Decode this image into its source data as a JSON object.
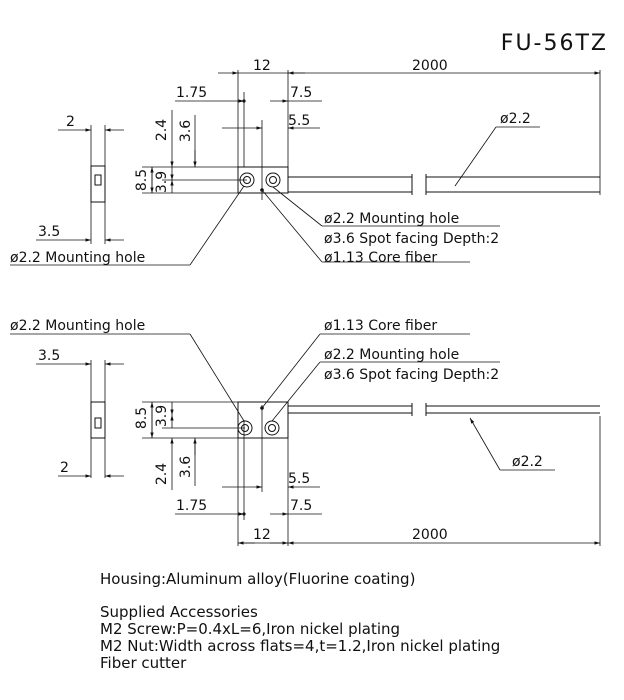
{
  "model": "FU-56TZ",
  "top_view": {
    "dim_width": "12",
    "dim_length": "2000",
    "dim_hole_offset": "1.75",
    "dim_fiber_offset": "7.5",
    "dim_fiber_step": "5.5",
    "dim_2_4": "2.4",
    "dim_3_6": "3.6",
    "dim_8_5": "8.5",
    "dim_3_9": "3.9",
    "side_thickness": "2",
    "side_slot": "3.5",
    "callout_fiber_dia": "ø2.2",
    "callout_mounting_hole_right": "ø2.2 Mounting hole",
    "callout_spot_facing": "ø3.6 Spot facing Depth:2",
    "callout_core_fiber": "ø1.13 Core fiber",
    "callout_mounting_hole_left": "ø2.2 Mounting hole"
  },
  "bottom_view": {
    "dim_width": "12",
    "dim_length": "2000",
    "dim_hole_offset": "1.75",
    "dim_fiber_offset": "7.5",
    "dim_fiber_step": "5.5",
    "dim_2_4": "2.4",
    "dim_3_6": "3.6",
    "dim_8_5": "8.5",
    "dim_3_9": "3.9",
    "side_thickness": "2",
    "side_slot": "3.5",
    "callout_fiber_dia": "ø2.2",
    "callout_mounting_hole_left": "ø2.2 Mounting hole",
    "callout_core_fiber": "ø1.13 Core fiber",
    "callout_mounting_hole_right": "ø2.2 Mounting hole",
    "callout_spot_facing": "ø3.6 Spot facing Depth:2"
  },
  "notes": {
    "housing": "Housing:Aluminum alloy(Fluorine coating)",
    "accessories_title": "Supplied Accessories",
    "screw": "M2 Screw:P=0.4xL=6,Iron nickel plating",
    "nut": "M2 Nut:Width across flats=4,t=1.2,Iron nickel plating",
    "cutter": "Fiber cutter"
  }
}
